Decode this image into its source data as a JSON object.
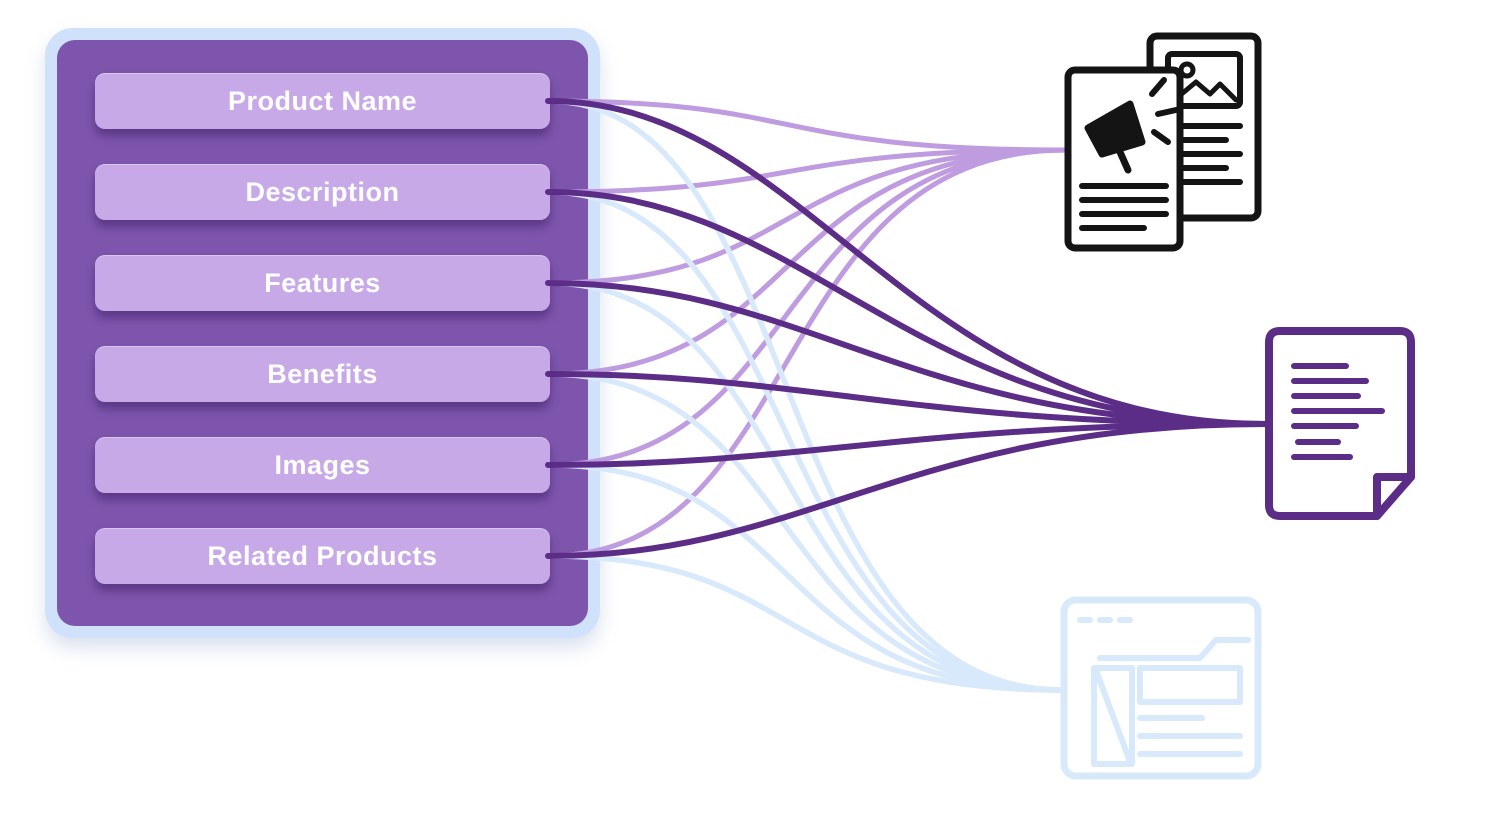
{
  "panel": {
    "fields": [
      {
        "label": "Product Name"
      },
      {
        "label": "Description"
      },
      {
        "label": "Features"
      },
      {
        "label": "Benefits"
      },
      {
        "label": "Images"
      },
      {
        "label": "Related Products"
      }
    ]
  },
  "outputs": [
    {
      "id": "brochure",
      "icon": "marketing-flyer-icon"
    },
    {
      "id": "document",
      "icon": "document-icon"
    },
    {
      "id": "webpage",
      "icon": "browser-window-icon"
    }
  ],
  "connections": [
    {
      "from": 0,
      "to": "brochure"
    },
    {
      "from": 1,
      "to": "brochure"
    },
    {
      "from": 2,
      "to": "brochure"
    },
    {
      "from": 3,
      "to": "brochure"
    },
    {
      "from": 4,
      "to": "brochure"
    },
    {
      "from": 5,
      "to": "brochure"
    },
    {
      "from": 0,
      "to": "webpage"
    },
    {
      "from": 1,
      "to": "webpage"
    },
    {
      "from": 2,
      "to": "webpage"
    },
    {
      "from": 3,
      "to": "webpage"
    },
    {
      "from": 4,
      "to": "webpage"
    },
    {
      "from": 5,
      "to": "webpage"
    },
    {
      "from": 0,
      "to": "document"
    },
    {
      "from": 1,
      "to": "document"
    },
    {
      "from": 2,
      "to": "document"
    },
    {
      "from": 3,
      "to": "document"
    },
    {
      "from": 4,
      "to": "document"
    },
    {
      "from": 5,
      "to": "document"
    }
  ],
  "colors": {
    "background": "#ffffff",
    "panel_frame": "#cfe1fb",
    "panel_bg": "#7d55ad",
    "field_bg": "#c7a9e8",
    "field_text": "#ffffff",
    "line_to_brochure": "#bf9ce0",
    "line_to_document": "#5b2d87",
    "line_to_webpage": "#d9e9fc",
    "brochure_icon": "#141414",
    "document_icon": "#5b2d87",
    "webpage_icon": "#d9e9fc"
  }
}
